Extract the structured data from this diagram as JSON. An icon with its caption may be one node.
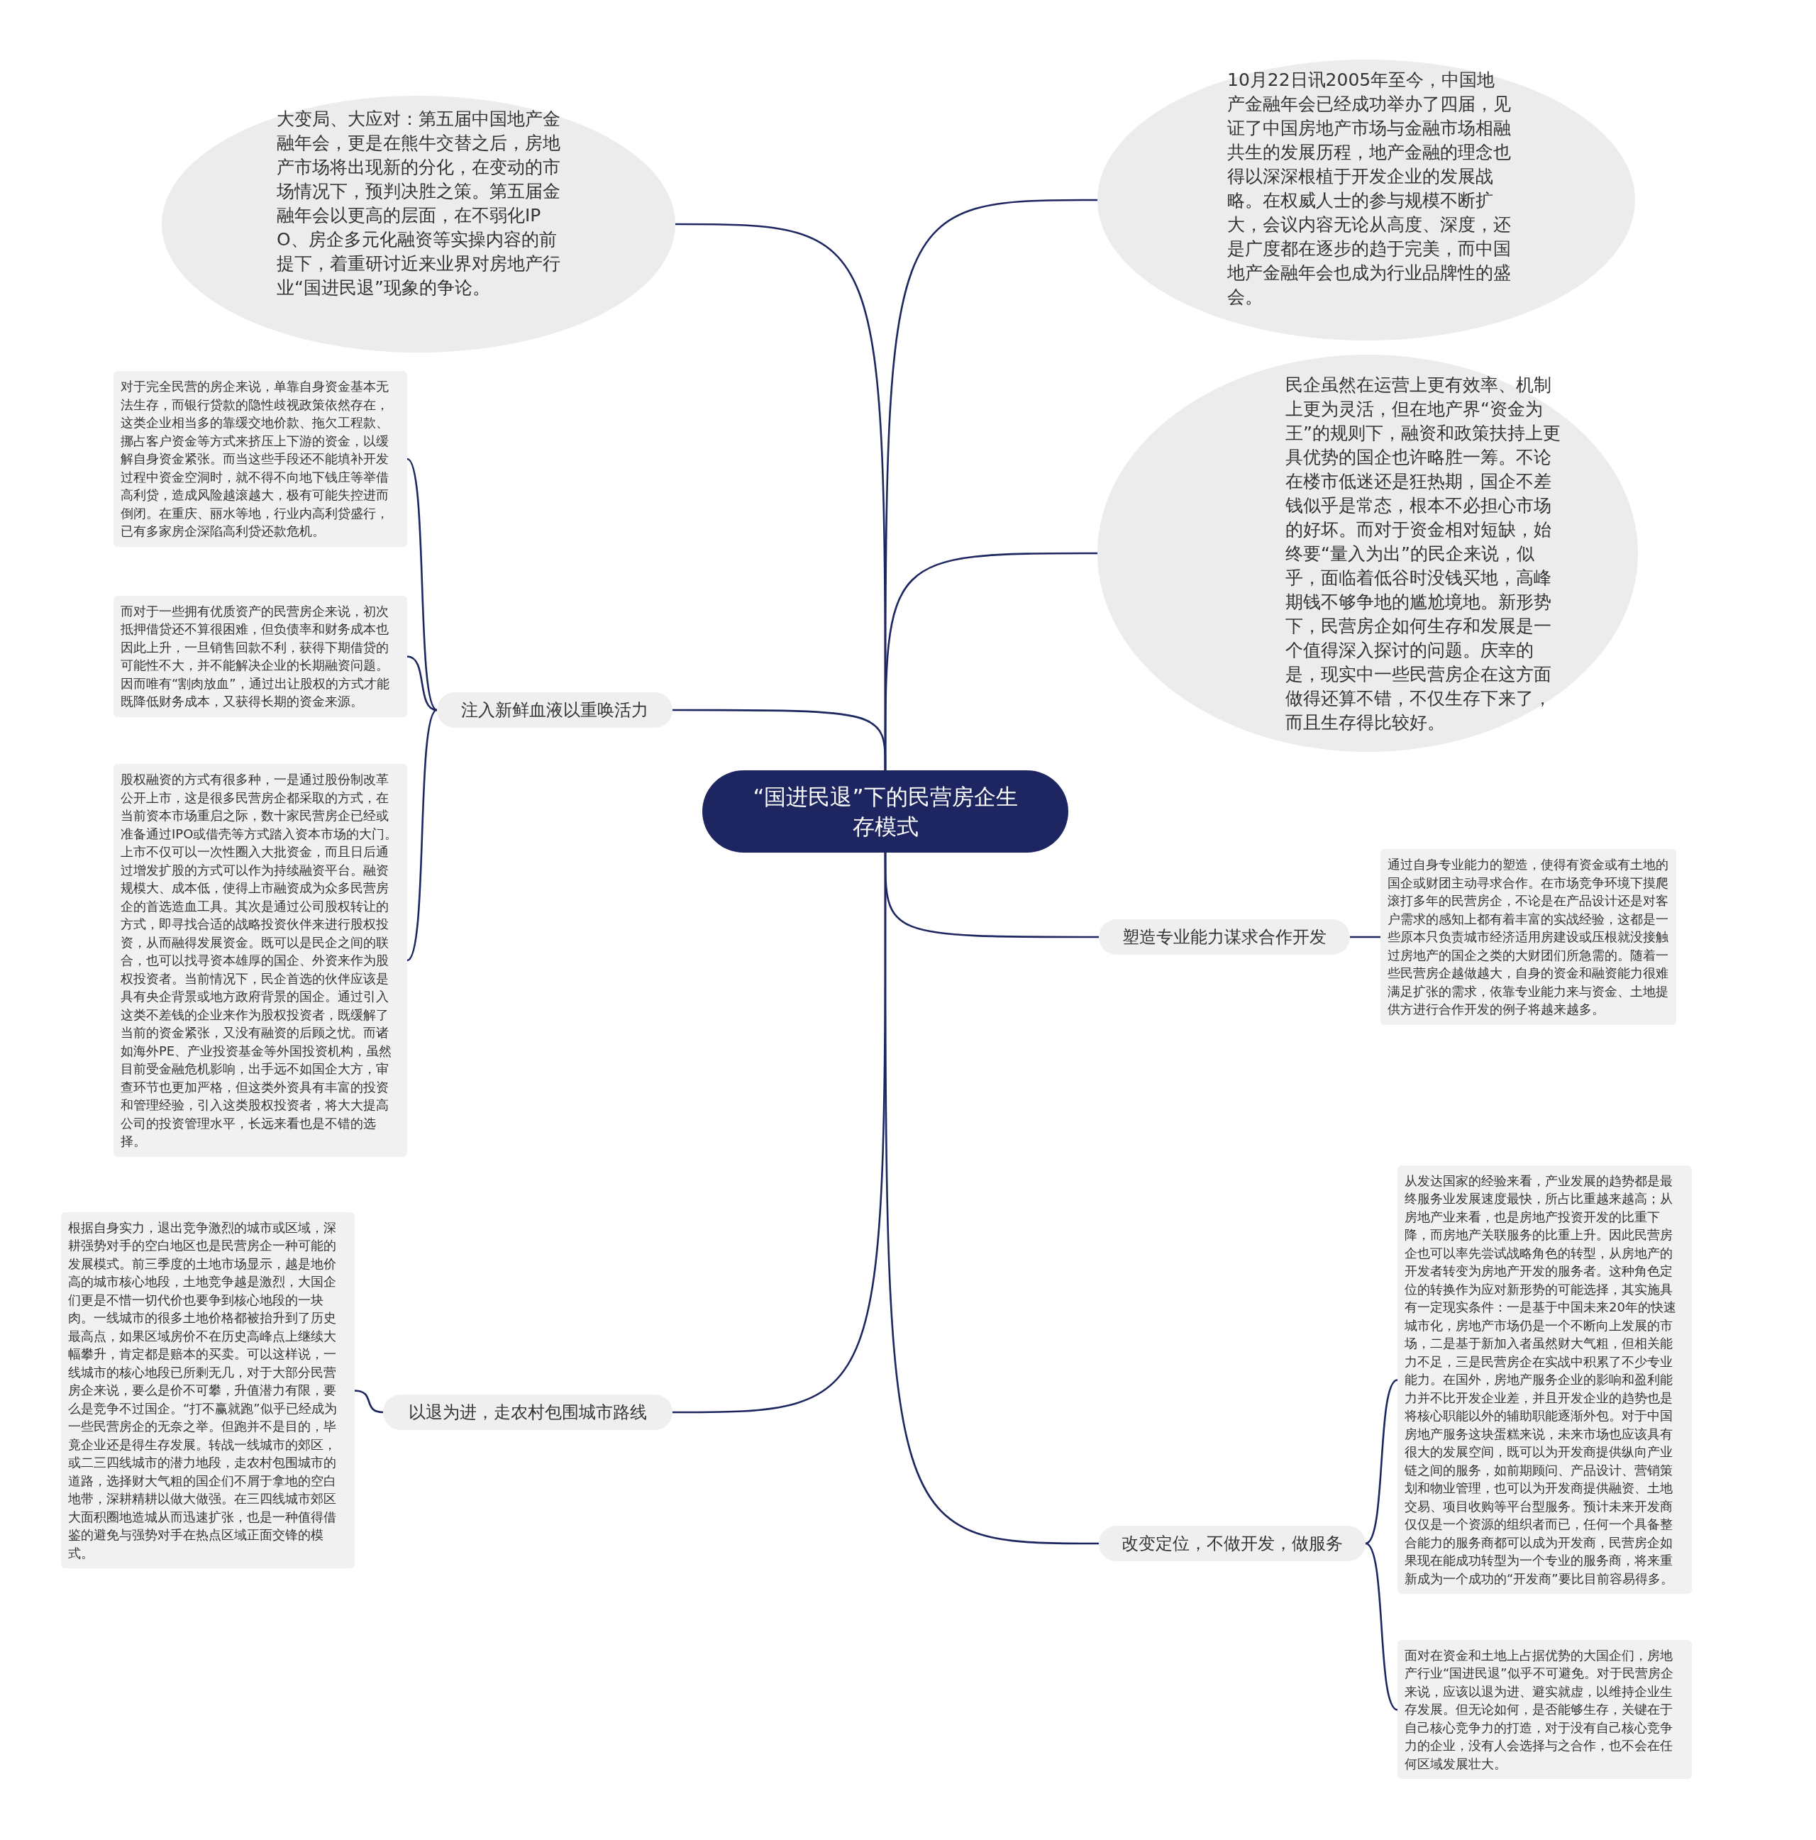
{
  "diagram": {
    "nodes": [
      {
        "text": [
          "“国进民退”下的民营房企生存模式"
        ]
      },
      {
        "text": [
          "大变局、大应对：第五届中国地产金融年会，更是在熊牛交替之后，房地产市场将出现新的分化，在变动的市场情况下，预判决胜之策。第五届金融年会以更高的层面，在不弱化IPO、房企多元化融资等实操内容的前提下，着重研讨近来业界对房地产行业“国进民退”现象的争论。"
        ]
      },
      {
        "text": [
          "10月22日讯2005年至今，中国地产金融年会已经成功举办了四届，见证了中国房地产市场与金融市场相融共生的发展历程，地产金融的理念也得以深深根植于开发企业的发展战略。在权威人士的参与规模不断扩大，会议内容无论从高度、深度，还是广度都在逐步的趋于完美，而中国地产金融年会也成为行业品牌性的盛会。"
        ]
      },
      {
        "text": [
          "民企虽然在运营上更有效率、机制上更为灵活，但在地产界“资金为王”的规则下，融资和政策扶持上更具优势的国企也许略胜一筹。不论在楼市低迷还是狂热期，国企不差钱似乎是常态，根本不必担心市场的好坏。而对于资金相对短缺，始终要“量入为出”的民企来说，似乎，面临着低谷时没钱买地，高峰期钱不够争地的尴尬境地。新形势下，民营房企如何生存和发展是一个值得深入探讨的问题。庆幸的是，现实中一些民营房企在这方面做得还算不错，不仅生存下来了，而且生存得比较好。"
        ]
      },
      {
        "text": [
          "注入新鲜血液以重唤活力"
        ]
      },
      {
        "text": [
          "对于完全民营的房企来说，单靠自身资金基本无法生存，而银行贷款的隐性歧视政策依然存在，这类企业相当多的靠缓交地价款、拖欠工程款、挪占客户资金等方式来挤压上下游的资金，以缓解自身资金紧张。而当这些手段还不能填补开发过程中资金空洞时，就不得不向地下钱庄等举借高利贷，造成风险越滚越大，极有可能失控进而倒闭。在重庆、丽水等地，行业内高利贷盛行，已有多家房企深陷高利贷还款危机。"
        ]
      },
      {
        "text": [
          "而对于一些拥有优质资产的民营房企来说，初次抵押借贷还不算很困难，但负债率和财务成本也因此上升，一旦销售回款不利，获得下期借贷的可能性不大，并不能解决企业的长期融资问题。因而唯有“割肉放血”，通过出让股权的方式才能既降低财务成本，又获得长期的资金来源。"
        ]
      },
      {
        "text": [
          "股权融资的方式有很多种，一是通过股份制改革公开上市，这是很多民营房企都采取的方式，在当前资本市场重启之际，数十家民营房企已经或准备通过IPO或借壳等方式踏入资本市场的大门。上市不仅可以一次性圈入大批资金，而且日后通过增发扩股的方式可以作为持续融资平台。融资规模大、成本低，使得上市融资成为众多民营房企的首选造血工具。其次是通过公司股权转让的方式，即寻找合适的战略投资伙伴来进行股权投资，从而融得发展资金。既可以是民企之间的联合，也可以找寻资本雄厚的国企、外资来作为股权投资者。当前情况下，民企首选的伙伴应该是具有央企背景或地方政府背景的国企。通过引入这类不差钱的企业来作为股权投资者，既缓解了当前的资金紧张，又没有融资的后顾之忧。而诸如海外PE、产业投资基金等外国投资机构，虽然目前受金融危机影响，出手远不如国企大方，审查环节也更加严格，但这类外资具有丰富的投资和管理经验，引入这类股权投资者，将大大提高公司的投资管理水平，长远来看也是不错的选择。"
        ]
      },
      {
        "text": [
          "以退为进，走农村包围城市路线"
        ]
      },
      {
        "text": [
          "根据自身实力，退出竞争激烈的城市或区域，深耕强势对手的空白地区也是民营房企一种可能的发展模式。前三季度的土地市场显示，越是地价高的城市核心地段，土地竞争越是激烈，大国企们更是不惜一切代价也要争到核心地段的一块肉。一线城市的很多土地价格都被抬升到了历史最高点，如果区域房价不在历史高峰点上继续大幅攀升，肯定都是赔本的买卖。可以这样说，一线城市的核心地段已所剩无几，对于大部分民营房企来说，要么是价不可攀，升值潜力有限，要么是竞争不过国企。“打不赢就跑”似乎已经成为一些民营房企的无奈之举。但跑并不是目的，毕竟企业还是得生存发展。转战一线城市的郊区，或二三四线城市的潜力地段，走农村包围城市的道路，选择财大气粗的国企们不屑于拿地的空白地带，深耕精耕以做大做强。在三四线城市郊区大面积圈地造城从而迅速扩张，也是一种值得借鉴的避免与强势对手在热点区域正面交锋的模式。"
        ]
      },
      {
        "text": [
          "塑造专业能力谋求合作开发"
        ]
      },
      {
        "text": [
          "通过自身专业能力的塑造，使得有资金或有土地的国企或财团主动寻求合作。在市场竞争环境下摸爬滚打多年的民营房企，不论是在产品设计还是对客户需求的感知上都有着丰富的实战经验，这都是一些原本只负责城市经济适用房建设或压根就没接触过房地产的国企之类的大财团们所急需的。随着一些民营房企越做越大，自身的资金和融资能力很难满足扩张的需求，依靠专业能力来与资金、土地提供方进行合作开发的例子将越来越多。"
        ]
      },
      {
        "text": [
          "改变定位，不做开发，做服务"
        ]
      },
      {
        "text": [
          "从发达国家的经验来看，产业发展的趋势都是最终服务业发展速度最快，所占比重越来越高；从房地产业来看，也是房地产投资开发的比重下降，而房地产关联服务的比重上升。因此民营房企也可以率先尝试战略角色的转型，从房地产的开发者转变为房地产开发的服务者。这种角色定位的转换作为应对新形势的可能选择，其实施具有一定现实条件：一是基于中国未来20年的快速城市化，房地产市场仍是一个不断向上发展的市场，二是基于新加入者虽然财大气粗，但相关能力不足，三是民营房企在实战中积累了不少专业能力。在国外，房地产服务企业的影响和盈利能力并不比开发企业差，并且开发企业的趋势也是将核心职能以外的辅助职能逐渐外包。对于中国房地产服务这块蛋糕来说，未来市场也应该具有很大的发展空间，既可以为开发商提供纵向产业链之间的服务，如前期顾问、产品设计、营销策划和物业管理，也可以为开发商提供融资、土地交易、项目收购等平台型服务。预计未来开发商仅仅是一个资源的组织者而已，任何一个具备整合能力的服务商都可以成为开发商，民营房企如果现在能成功转型为一个专业的服务商，将来重新成为一个成功的“开发商”要比目前容易得多。"
        ]
      },
      {
        "text": [
          "面对在资金和土地上占据优势的大国企们，房地产行业“国进民退”似乎不可避免。对于民营房企来说，应该以退为进、避实就虚，以维持企业生存发展。但无论如何，是否能够生存，关键在于自己核心竞争力的打造，对于没有自己核心竞争力的企业，没有人会选择与之合作，也不会在任何区域发展壮大。"
        ]
      }
    ],
    "edges": [
      {
        "from": 0,
        "to": 1,
        "arrow": "none"
      },
      {
        "from": 0,
        "to": 2,
        "arrow": "none"
      },
      {
        "from": 0,
        "to": 3,
        "arrow": "none"
      },
      {
        "from": 0,
        "to": 4,
        "arrow": "none"
      },
      {
        "from": 4,
        "to": 5,
        "arrow": "none"
      },
      {
        "from": 4,
        "to": 6,
        "arrow": "none"
      },
      {
        "from": 4,
        "to": 7,
        "arrow": "none"
      },
      {
        "from": 0,
        "to": 8,
        "arrow": "none"
      },
      {
        "from": 8,
        "to": 9,
        "arrow": "none"
      },
      {
        "from": 0,
        "to": 10,
        "arrow": "none"
      },
      {
        "from": 10,
        "to": 11,
        "arrow": "none"
      },
      {
        "from": 0,
        "to": 12,
        "arrow": "none"
      },
      {
        "from": 12,
        "to": 13,
        "arrow": "none"
      },
      {
        "from": 12,
        "to": 14,
        "arrow": "none"
      }
    ]
  }
}
